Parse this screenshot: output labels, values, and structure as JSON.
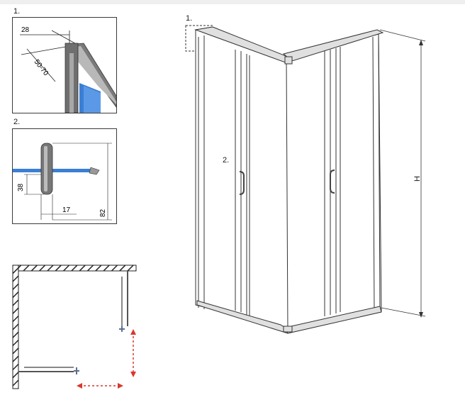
{
  "detail1": {
    "number": "1.",
    "dim_width": "28",
    "dim_depth": "50-70"
  },
  "detail2": {
    "number": "2.",
    "dim_handle_height": "38",
    "dim_handle_offset": "17",
    "dim_total_height": "82"
  },
  "main_view": {
    "callout_1": "1.",
    "callout_2": "2.",
    "height_label": "H"
  },
  "colors": {
    "frame": "#4a4a4a",
    "glass": "#3a7fd5",
    "handle": "#8a8a8a",
    "dimension_arrow": "#d9382b",
    "wall_hatch": "#222222"
  }
}
